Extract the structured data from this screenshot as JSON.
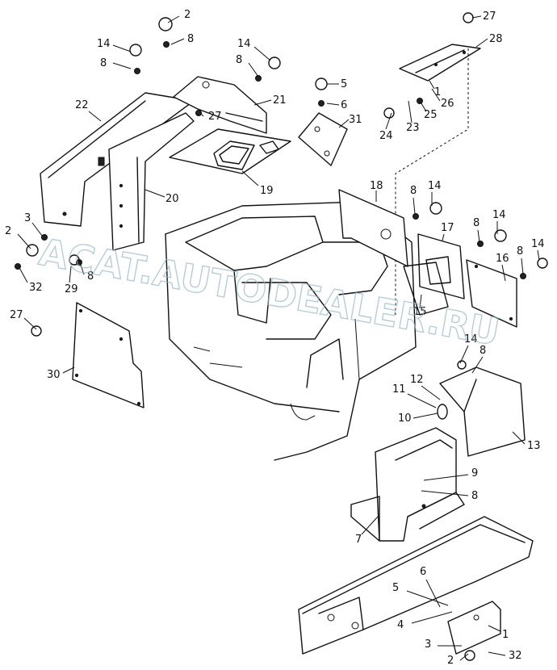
{
  "watermark": "ACAT.AUTODEALER.RU",
  "callouts": [
    "1",
    "2",
    "3",
    "4",
    "5",
    "6",
    "7",
    "8",
    "9",
    "10",
    "11",
    "12",
    "13",
    "14",
    "15",
    "16",
    "17",
    "18",
    "19",
    "20",
    "21",
    "22",
    "23",
    "24",
    "25",
    "26",
    "27",
    "28",
    "29",
    "30",
    "31",
    "32"
  ],
  "colors": {
    "line": "#111111",
    "watermark": "#9ab8c8"
  }
}
